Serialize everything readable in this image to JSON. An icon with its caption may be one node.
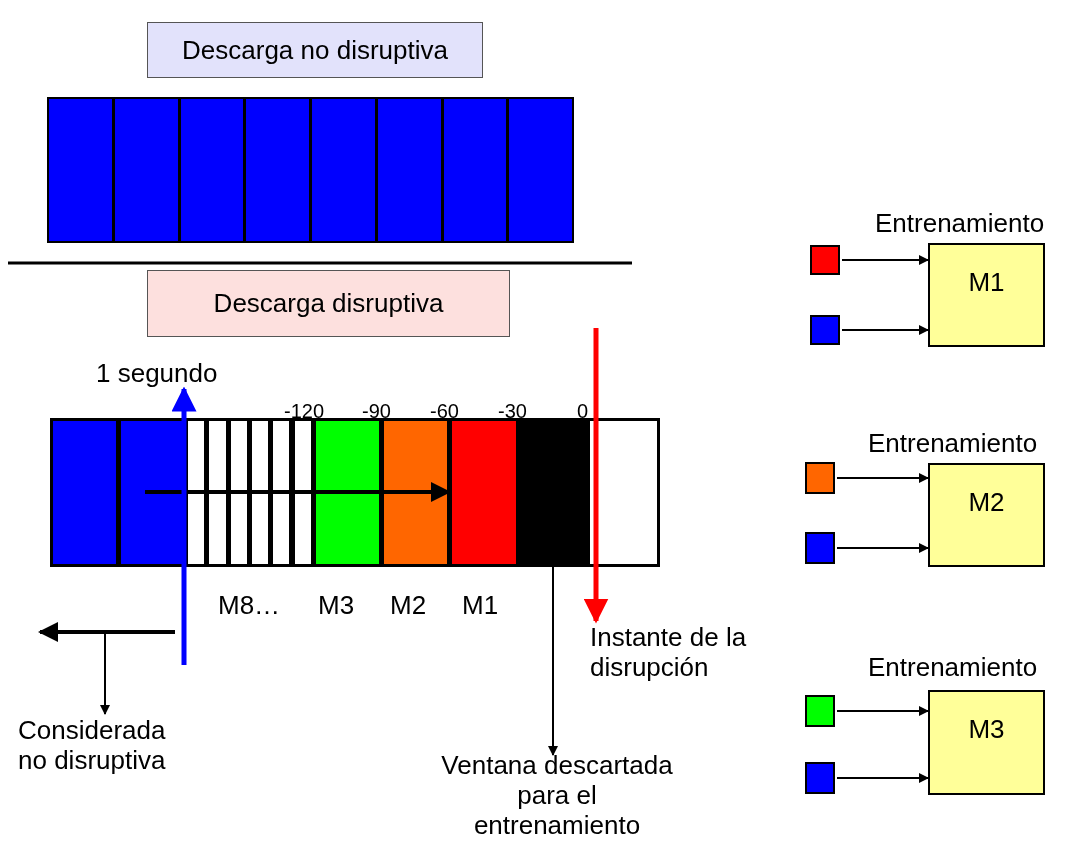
{
  "diagram": {
    "nodes": [
      {
        "text": [
          "Descarga no disruptiva"
        ]
      },
      {
        "text": [
          "Descarga disruptiva"
        ]
      },
      {
        "text": [
          "1 segundo"
        ]
      },
      {
        "text": [],
        "shape": "box"
      },
      {
        "text": [
          "Instante de la disrupción"
        ]
      },
      {
        "text": [
          "Considerada no disruptiva"
        ]
      },
      {
        "text": [
          "Ventana descartada para el entrenamiento"
        ]
      },
      {
        "text": [
          "M1"
        ],
        "beside": [
          "Entrenamiento"
        ]
      },
      {
        "text": [],
        "shape": "box"
      },
      {
        "text": [],
        "shape": "box"
      },
      {
        "text": [
          "M2"
        ],
        "beside": [
          "Entrenamiento"
        ]
      },
      {
        "text": [],
        "shape": "box"
      },
      {
        "text": [],
        "shape": "box"
      },
      {
        "text": [
          "M3"
        ],
        "beside": [
          "Entrenamiento"
        ]
      },
      {
        "text": [],
        "shape": "box"
      },
      {
        "text": [],
        "shape": "box"
      }
    ],
    "edges": [
      {
        "from": null,
        "to": 2,
        "arrow": "to",
        "style": "thick",
        "color": "#0000ff"
      },
      {
        "from": null,
        "to": 4,
        "arrow": "to",
        "style": "thick",
        "color": "#ff0000"
      },
      {
        "from": 3,
        "to": 6,
        "arrow": "to"
      },
      {
        "from": null,
        "to": 5,
        "arrow": "to"
      },
      {
        "from": 8,
        "to": 7,
        "arrow": "to"
      },
      {
        "from": 9,
        "to": 7,
        "arrow": "to"
      },
      {
        "from": 11,
        "to": 10,
        "arrow": "to"
      },
      {
        "from": 12,
        "to": 10,
        "arrow": "to"
      },
      {
        "from": 14,
        "to": 13,
        "arrow": "to"
      },
      {
        "from": 15,
        "to": 13,
        "arrow": "to"
      }
    ],
    "labels": [
      "-120",
      "-90",
      "-60",
      "-30",
      "0",
      "M8…",
      "M3",
      "M2",
      "M1"
    ]
  }
}
